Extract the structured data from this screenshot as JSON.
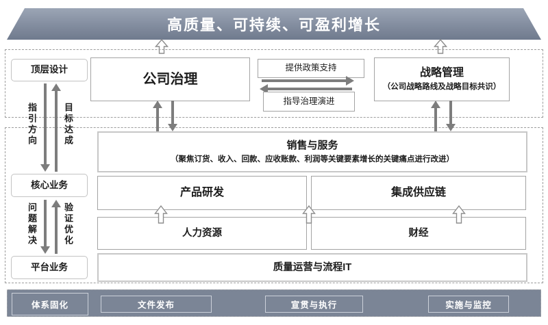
{
  "banner": {
    "title": "高质量、可持续、可盈利增长"
  },
  "left_rail": {
    "top_design": "顶层设计",
    "core_business": "核心业务",
    "platform_business": "平台业务",
    "guide_direction": "指引方向",
    "goal_achievement": "目标达成",
    "problem_solving": "问题解决",
    "verify_optimize": "验证优化"
  },
  "governance": {
    "corporate_governance": "公司治理",
    "policy_support": "提供政策支持",
    "guide_evolution": "指导治理演进",
    "strategy_title": "战略管理",
    "strategy_subtitle": "（公司战略路线及战略目标共识）"
  },
  "core": {
    "sales_title": "销售与服务",
    "sales_subtitle": "（聚焦订货、收入、回款、应收账款、利润等关键要素增长的关键痛点进行改进）",
    "product_rd": "产品研发",
    "supply_chain": "集成供应链",
    "hr": "人力资源",
    "finance": "财经",
    "quality_it": "质量运营与流程IT"
  },
  "footer": {
    "items": [
      "体系固化",
      "文件发布",
      "宣贯与执行",
      "实施与监控"
    ]
  },
  "colors": {
    "banner": "#8791a3",
    "footer_bar": "#7b8596",
    "arrow": "#7d7d7d"
  }
}
